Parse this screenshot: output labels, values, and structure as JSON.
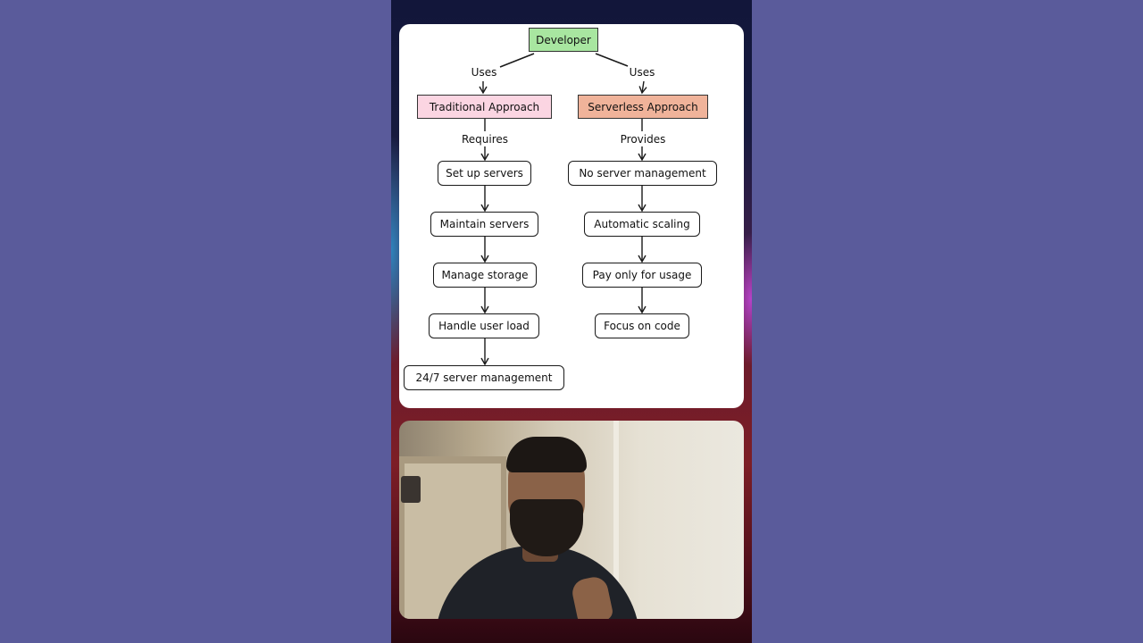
{
  "diagram": {
    "root": "Developer",
    "left": {
      "edge_label": "Uses",
      "title": "Traditional Approach",
      "link_label": "Requires",
      "steps": [
        "Set up servers",
        "Maintain servers",
        "Manage storage",
        "Handle user load",
        "24/7 server management"
      ]
    },
    "right": {
      "edge_label": "Uses",
      "title": "Serverless Approach",
      "link_label": "Provides",
      "steps": [
        "No server management",
        "Automatic scaling",
        "Pay only for usage",
        "Focus on code"
      ]
    },
    "colors": {
      "root_fill": "#a8e6a0",
      "traditional_fill": "#fbd5e2",
      "serverless_fill": "#f0b39a",
      "stroke": "#1a1a1a"
    }
  }
}
